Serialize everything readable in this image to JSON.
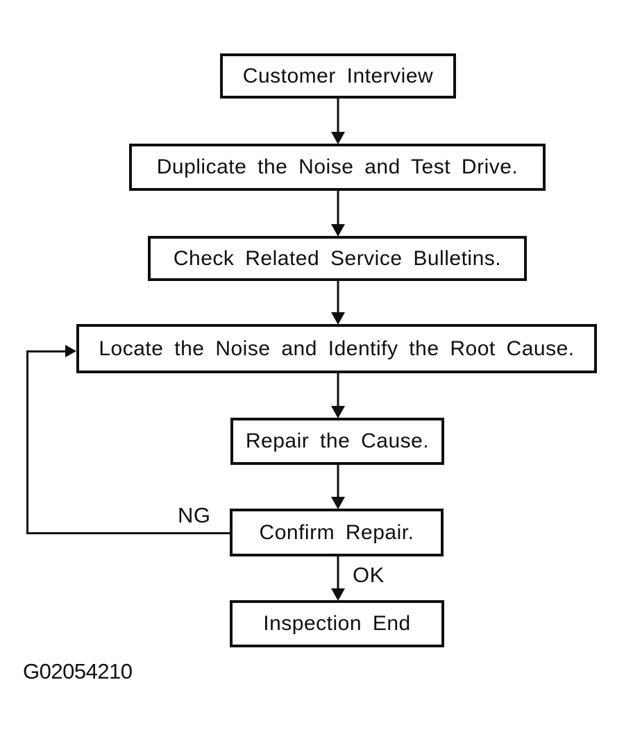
{
  "figure": {
    "type": "flowchart",
    "caption": "G02054210",
    "nodes": [
      {
        "id": "customer-interview",
        "label": "Customer Interview"
      },
      {
        "id": "duplicate-noise-test-drive",
        "label": "Duplicate the Noise and Test Drive."
      },
      {
        "id": "check-service-bulletins",
        "label": "Check Related Service Bulletins."
      },
      {
        "id": "locate-noise-root-cause",
        "label": "Locate the Noise and Identify the Root Cause."
      },
      {
        "id": "repair-cause",
        "label": "Repair the Cause."
      },
      {
        "id": "confirm-repair",
        "label": "Confirm Repair."
      },
      {
        "id": "inspection-end",
        "label": "Inspection End"
      }
    ],
    "edges": [
      {
        "from": "customer-interview",
        "to": "duplicate-noise-test-drive",
        "label": ""
      },
      {
        "from": "duplicate-noise-test-drive",
        "to": "check-service-bulletins",
        "label": ""
      },
      {
        "from": "check-service-bulletins",
        "to": "locate-noise-root-cause",
        "label": ""
      },
      {
        "from": "locate-noise-root-cause",
        "to": "repair-cause",
        "label": ""
      },
      {
        "from": "repair-cause",
        "to": "confirm-repair",
        "label": ""
      },
      {
        "from": "confirm-repair",
        "to": "inspection-end",
        "label": "OK"
      },
      {
        "from": "confirm-repair",
        "to": "locate-noise-root-cause",
        "label": "NG"
      }
    ],
    "edge_labels": {
      "ng": "NG",
      "ok": "OK"
    },
    "colors": {
      "ink": "#0f0f0f",
      "background": "#ffffff"
    }
  }
}
